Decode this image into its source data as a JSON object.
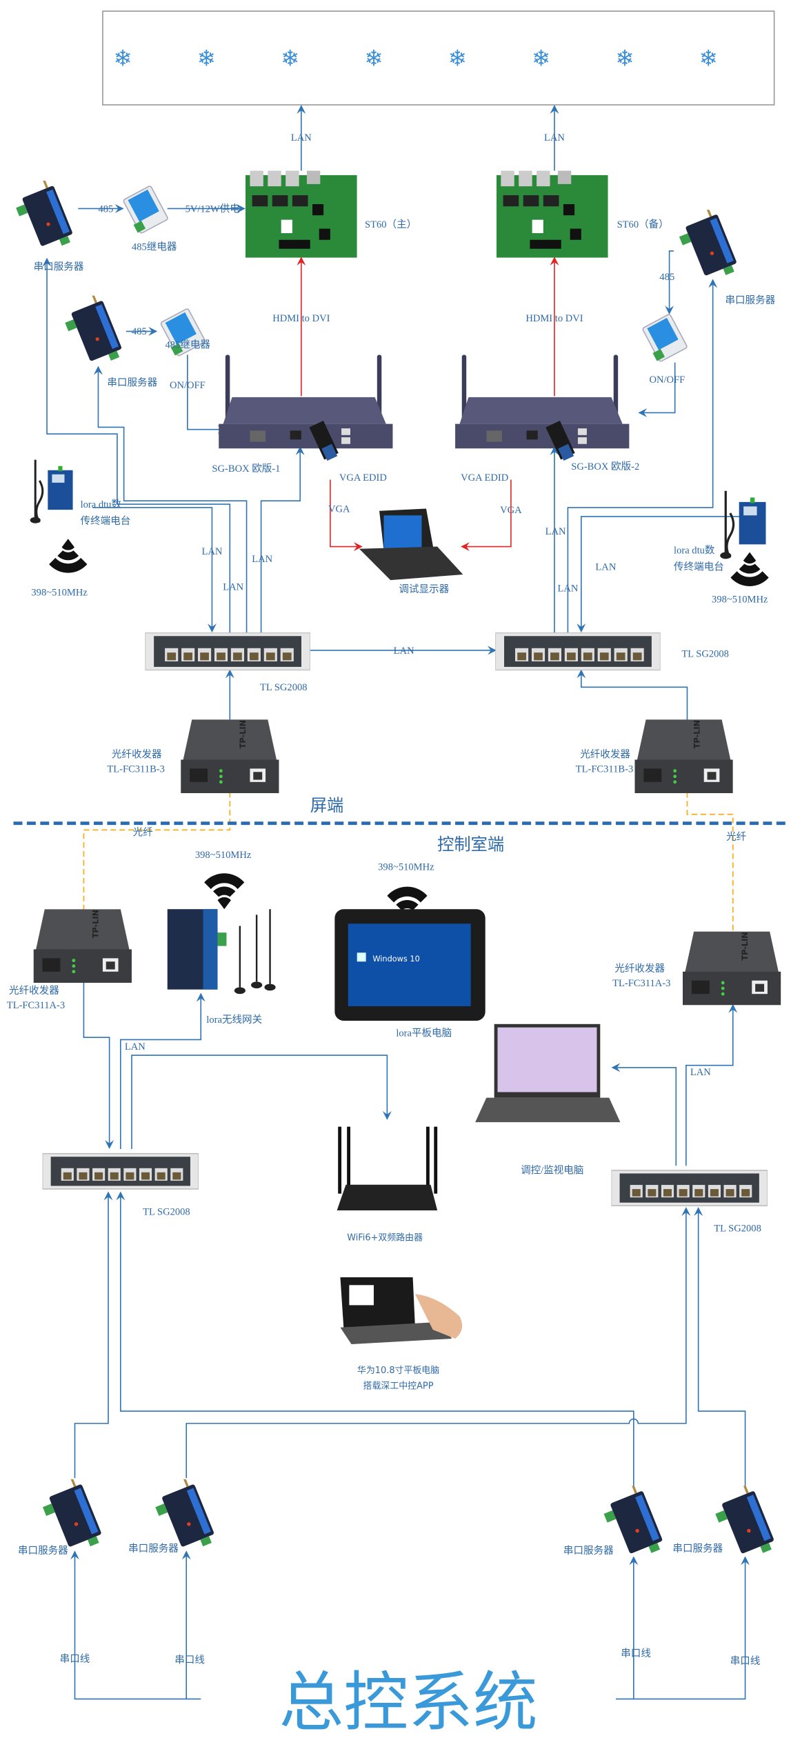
{
  "screen_side": {
    "section_label": "屏端",
    "lan": "LAN",
    "st60_main": "ST60（主）",
    "st60_backup": "ST60（备）",
    "hdmi_to_dvi": "HDMI to DVI",
    "serial_server": "串口服务器",
    "relay_485": "485继电器",
    "rs485": "485",
    "power": "5V/12W供电",
    "on_off": "ON/OFF",
    "sgbox_1": "SG-BOX 欧版-1",
    "sgbox_2": "SG-BOX 欧版-2",
    "vga_edid": "VGA EDID",
    "vga": "VGA",
    "debug_monitor": "调试显示器",
    "lora_dtu_line1": "lora dtu数",
    "lora_dtu_line2": "传终端电台",
    "frequency": "398~510MHz",
    "switch": "TL SG2008",
    "fiber_line1": "光纤收发器",
    "fiber_b_model": "TL-FC311B-3",
    "fiber": "光纤"
  },
  "control_side": {
    "section_label": "控制室端",
    "fiber_line1": "光纤收发器",
    "fiber_a_model": "TL-FC311A-3",
    "frequency": "398~510MHz",
    "lora_gateway": "lora无线网关",
    "lora_tablet": "lora平板电脑",
    "tablet_os": "Windows 10",
    "monitor_pc": "调控/监视电脑",
    "switch": "TL SG2008",
    "router": "WiFi6+双频路由器",
    "huawei_line1": "华为10.8寸平板电脑",
    "huawei_line2": "搭载深工中控APP",
    "lan": "LAN",
    "serial_server": "串口服务器",
    "serial_cable": "串口线"
  },
  "footer": {
    "title": "总控系统"
  },
  "colors": {
    "lan_line": "#2f74b5",
    "video_line": "#e02424",
    "fiber_line": "#f2b632",
    "divider": "#2b6cb0",
    "title": "#3a9ad9"
  },
  "icons": {
    "led_panel": "snowflake-icon",
    "radio": "wifi-signal-icon"
  }
}
